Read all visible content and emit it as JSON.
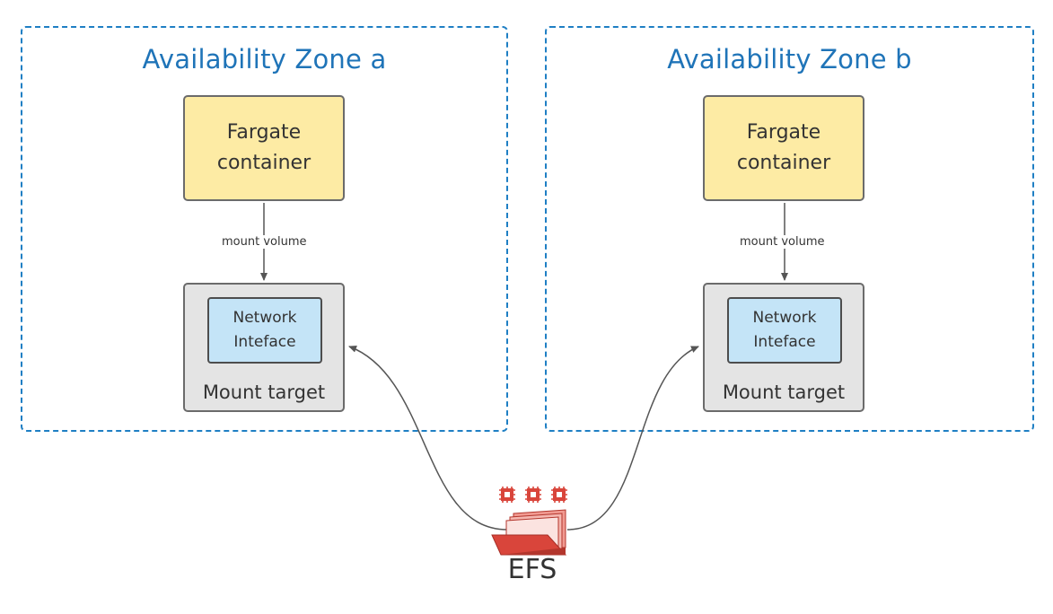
{
  "zones": [
    {
      "title": "Availability Zone a",
      "container_label_line1": "Fargate",
      "container_label_line2": "container",
      "edge_label": "mount volume",
      "nic_label_line1": "Network",
      "nic_label_line2": "Inteface",
      "mount_label": "Mount target"
    },
    {
      "title": "Availability Zone b",
      "container_label_line1": "Fargate",
      "container_label_line2": "container",
      "edge_label": "mount volume",
      "nic_label_line1": "Network",
      "nic_label_line2": "Inteface",
      "mount_label": "Mount target"
    }
  ],
  "efs": {
    "label": "EFS",
    "icon": "efs-folder-icon"
  },
  "colors": {
    "zone_border": "#1f7fc4",
    "zone_title": "#1f74b8",
    "container_fill": "#fdeba4",
    "mount_fill": "#e4e4e4",
    "nic_fill": "#c4e4f7",
    "efs_red": "#d9453b",
    "connector": "#555555"
  }
}
